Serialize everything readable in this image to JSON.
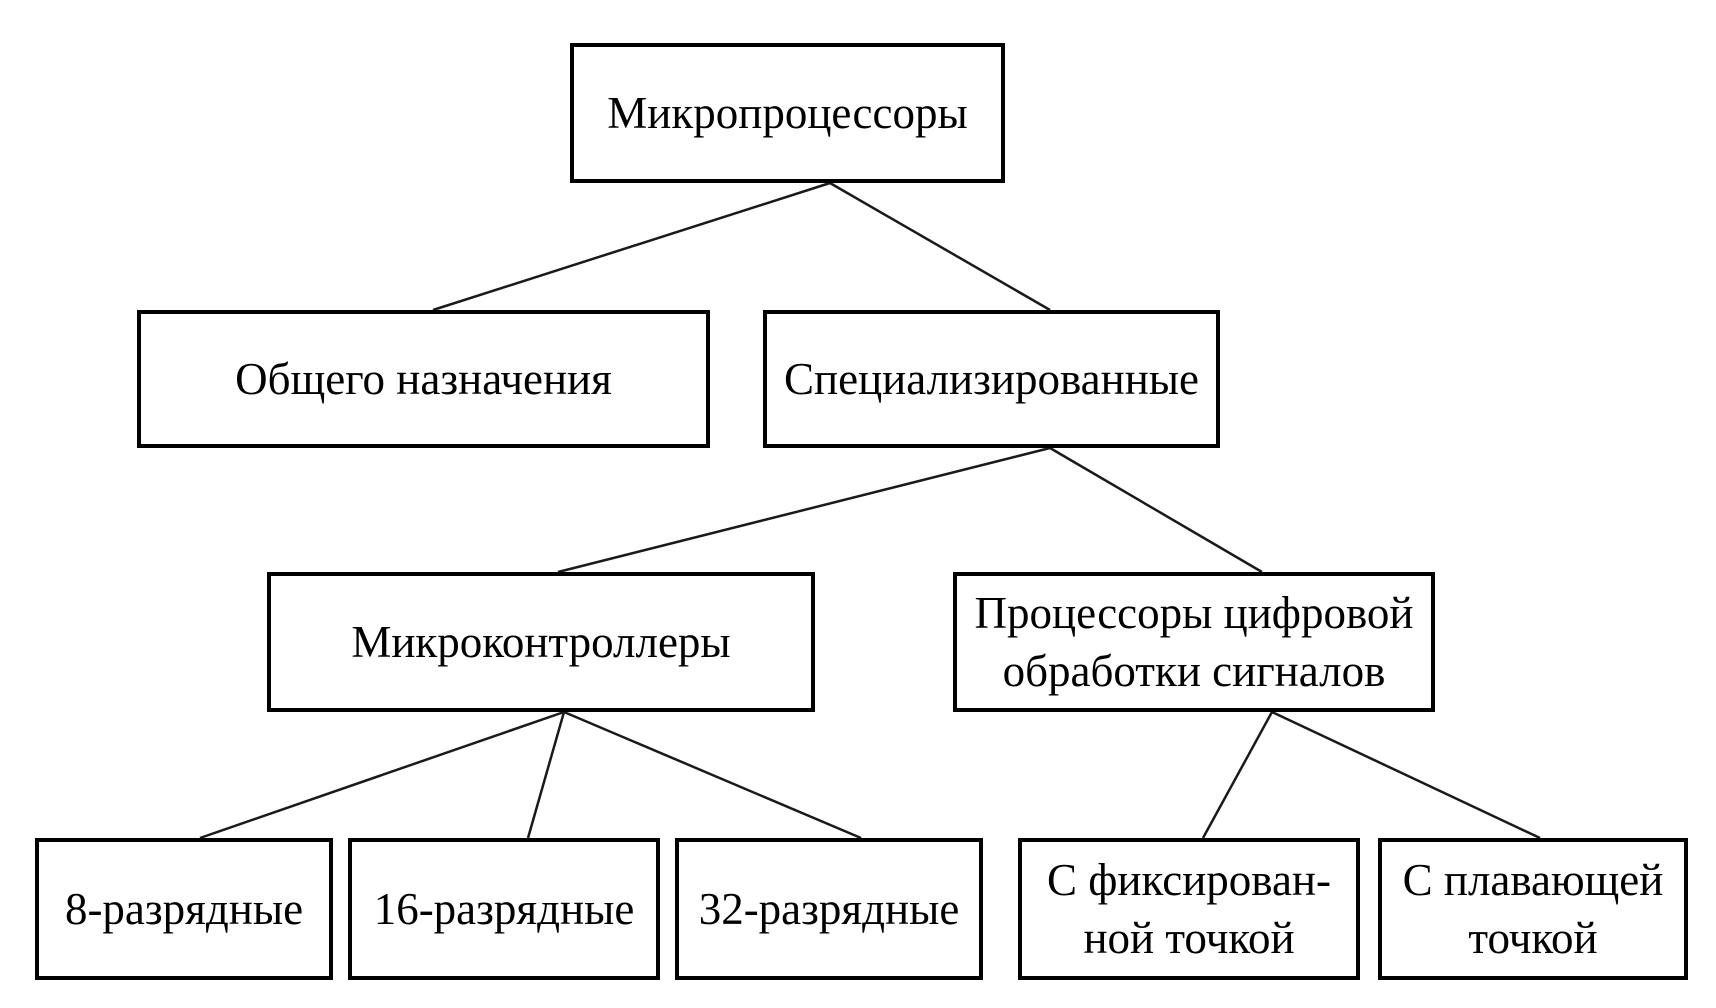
{
  "diagram": {
    "type": "tree",
    "background_color": "#ffffff",
    "box_border_color": "#000000",
    "text_color": "#000000",
    "line_color": "#1a1a1a",
    "nodes": [
      {
        "id": "microprocessors",
        "label": "Микропроцессоры"
      },
      {
        "id": "general-purpose",
        "label": "Общего назначения"
      },
      {
        "id": "specialized",
        "label": "Специализированные"
      },
      {
        "id": "microcontrollers",
        "label": "Микроконтроллеры"
      },
      {
        "id": "dsp",
        "label": "Процессоры цифровой обработки сигналов",
        "line1": "Процессоры цифровой",
        "line2": "обработки сигналов"
      },
      {
        "id": "8-bit",
        "label": "8-разрядные"
      },
      {
        "id": "16-bit",
        "label": "16-разрядные"
      },
      {
        "id": "32-bit",
        "label": "32-разрядные"
      },
      {
        "id": "fixed-point",
        "label": "С фиксированной точкой",
        "line1": "С фиксирован-",
        "line2": "ной точкой"
      },
      {
        "id": "floating-point",
        "label": "С плавающей точкой",
        "line1": "С плавающей",
        "line2": "точкой"
      }
    ],
    "edges": [
      {
        "from": "microprocessors",
        "to": "general-purpose"
      },
      {
        "from": "microprocessors",
        "to": "specialized"
      },
      {
        "from": "specialized",
        "to": "microcontrollers"
      },
      {
        "from": "specialized",
        "to": "dsp"
      },
      {
        "from": "microcontrollers",
        "to": "8-bit"
      },
      {
        "from": "microcontrollers",
        "to": "16-bit"
      },
      {
        "from": "microcontrollers",
        "to": "32-bit"
      },
      {
        "from": "dsp",
        "to": "fixed-point"
      },
      {
        "from": "dsp",
        "to": "floating-point"
      }
    ]
  }
}
